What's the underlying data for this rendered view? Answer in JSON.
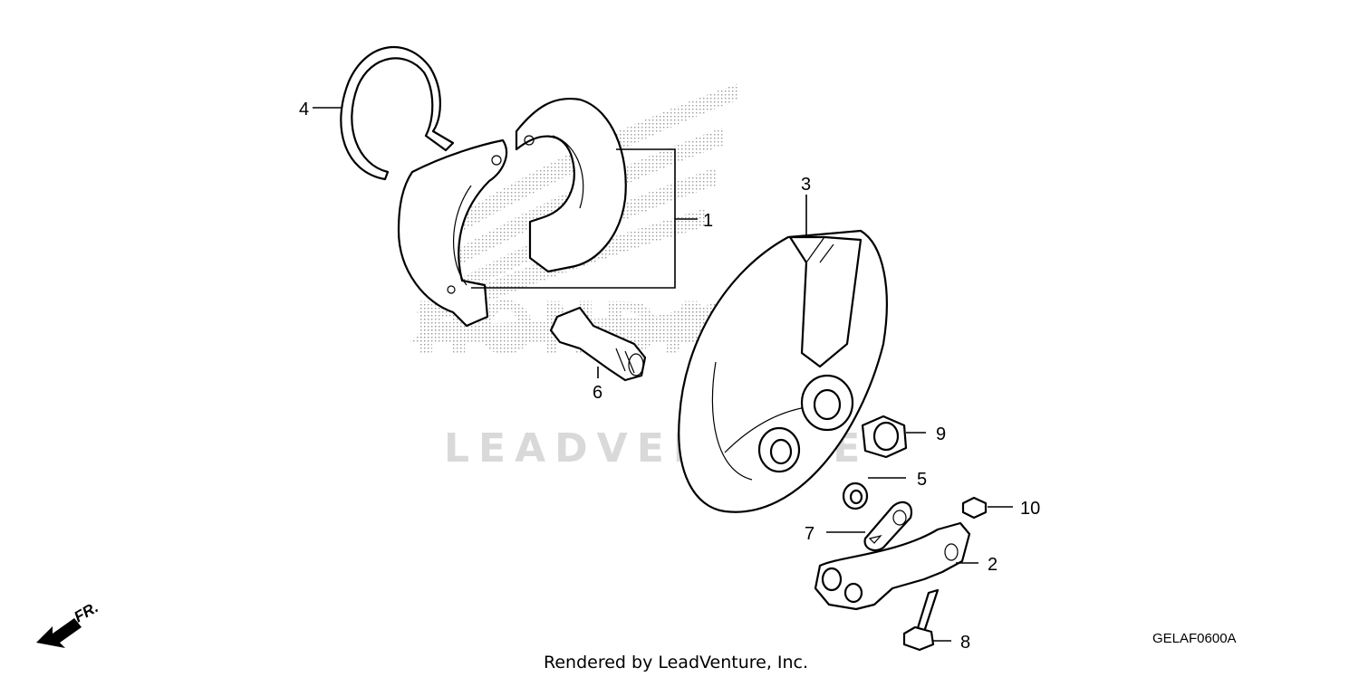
{
  "diagram": {
    "callouts": [
      "1",
      "2",
      "3",
      "4",
      "5",
      "6",
      "7",
      "8",
      "9",
      "10"
    ],
    "watermark_text": "LEADVENTURE",
    "diagram_code": "GELAF0600A",
    "footer_text": "Rendered by LeadVenture, Inc.",
    "direction_label": "FR."
  }
}
